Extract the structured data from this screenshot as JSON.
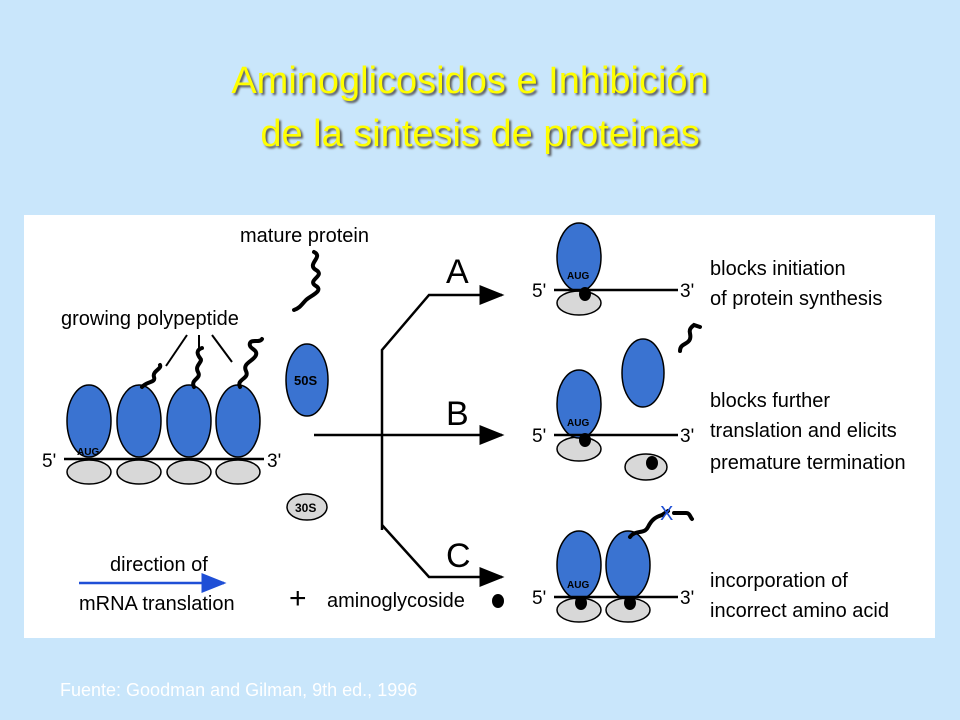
{
  "slide": {
    "title_line1": "Aminoglicosidos e Inhibición",
    "title_line2": "de la sintesis de proteinas",
    "source": "Fuente: Goodman and Gilman, 9th ed., 1996"
  },
  "diagram": {
    "mature_protein": "mature protein",
    "growing_polypeptide": "growing polypeptide",
    "subunit_50s": "50S",
    "subunit_30s": "30S",
    "aug": "AUG",
    "five_prime": "5'",
    "three_prime": "3'",
    "direction_line1": "direction of",
    "direction_line2": "mRNA translation",
    "plus": "+",
    "aminoglycoside": "aminoglycoside",
    "label_a": "A",
    "label_b": "B",
    "label_c": "C",
    "x_mark": "X",
    "a_line1": "blocks initiation",
    "a_line2": "of protein synthesis",
    "b_line1": "blocks further",
    "b_line2": "translation and elicits",
    "b_line3": "premature termination",
    "c_line1": "incorporation of",
    "c_line2": "incorrect amino acid",
    "colors": {
      "large_subunit": "#3a73d1",
      "small_subunit": "#d8d8d8",
      "arrow_blue": "#1f4fd6",
      "title": "#ffff00",
      "background": "#c9e6fb"
    }
  }
}
